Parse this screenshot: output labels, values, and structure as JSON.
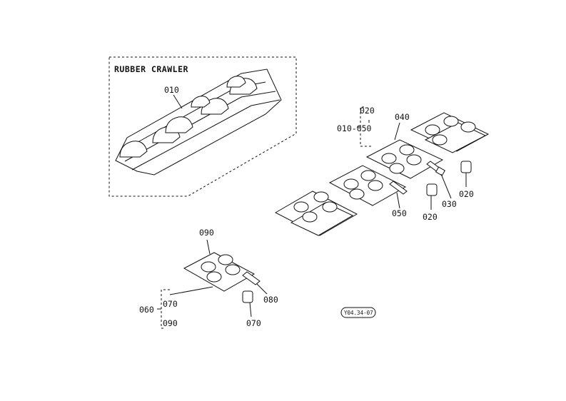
{
  "group_title": "RUBBER CRAWLER",
  "stamp": "Y04.34-07",
  "callouts": {
    "track": "010",
    "upper_020": "020",
    "upper_010_050": "010-050",
    "bolt_040": "040",
    "pin_050": "050",
    "bush_020_mid": "020",
    "washer_030": "030",
    "bush_020_right": "020",
    "master_090": "090",
    "bush_080": "080",
    "bush_070": "070",
    "group_060": "060",
    "group_070": "070",
    "group_090": "090"
  }
}
